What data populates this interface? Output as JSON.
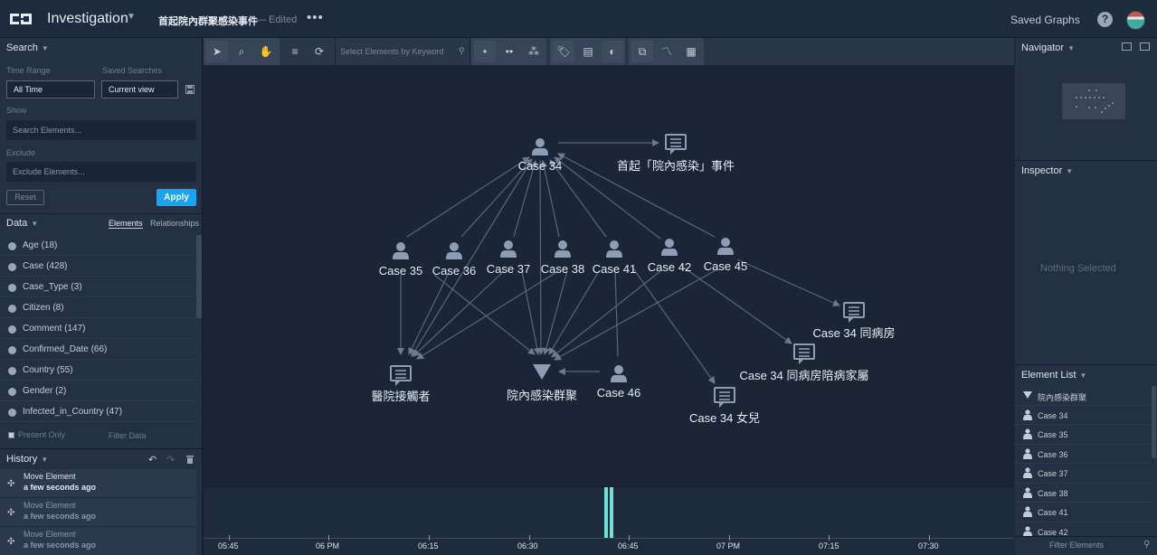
{
  "topbar": {
    "app_title": "Investigation",
    "doc_title": "首起院內群聚感染事件",
    "doc_status": "— Edited",
    "more": "•••",
    "saved_graphs": "Saved Graphs",
    "help": "?"
  },
  "search": {
    "header": "Search",
    "time_range_label": "Time Range",
    "time_range_value": "All Time",
    "saved_searches_label": "Saved Searches",
    "saved_searches_value": "Current view",
    "show_label": "Show",
    "show_placeholder": "Search Elements...",
    "exclude_label": "Exclude",
    "exclude_placeholder": "Exclude Elements...",
    "reset": "Reset",
    "apply": "Apply"
  },
  "data": {
    "header": "Data",
    "tab_elements": "Elements",
    "tab_relationships": "Relationships",
    "items": [
      "Age (18)",
      "Case (428)",
      "Case_Type (3)",
      "Citizen (8)",
      "Comment (147)",
      "Confirmed_Date (66)",
      "Country (55)",
      "Gender (2)",
      "Infected_in_Country (47)"
    ],
    "present_only": "Present Only",
    "filter_placeholder": "Filter Data"
  },
  "history": {
    "header": "History",
    "items": [
      {
        "action": "Move Element",
        "time": "a few seconds ago"
      },
      {
        "action": "Move Element",
        "time": "a few seconds ago"
      },
      {
        "action": "Move Element",
        "time": "a few seconds ago"
      }
    ]
  },
  "toolbar": {
    "keyword_placeholder": "Select Elements by Keyword"
  },
  "graph": {
    "nodes": [
      {
        "id": "c34",
        "label": "Case 34",
        "type": "person"
      },
      {
        "id": "first",
        "label": "首起「院內感染」事件",
        "type": "comment"
      },
      {
        "id": "c35",
        "label": "Case 35",
        "type": "person"
      },
      {
        "id": "c36",
        "label": "Case 36",
        "type": "person"
      },
      {
        "id": "c37",
        "label": "Case 37",
        "type": "person"
      },
      {
        "id": "c38",
        "label": "Case 38",
        "type": "person"
      },
      {
        "id": "c41",
        "label": "Case 41",
        "type": "person"
      },
      {
        "id": "c42",
        "label": "Case 42",
        "type": "person"
      },
      {
        "id": "c45",
        "label": "Case 45",
        "type": "person"
      },
      {
        "id": "ward",
        "label": "Case 34 同病房",
        "type": "comment"
      },
      {
        "id": "family",
        "label": "Case 34 同病房陪病家屬",
        "type": "comment"
      },
      {
        "id": "daughter",
        "label": "Case 34 女兒",
        "type": "comment"
      },
      {
        "id": "contact",
        "label": "醫院接觸者",
        "type": "comment"
      },
      {
        "id": "cluster",
        "label": "院內感染群聚",
        "type": "cluster"
      },
      {
        "id": "c46",
        "label": "Case 46",
        "type": "person"
      }
    ]
  },
  "timeline": {
    "ticks": [
      "05:45",
      "06 PM",
      "06:15",
      "06:30",
      "06:45",
      "07 PM",
      "07:15",
      "07:30"
    ]
  },
  "navigator": {
    "header": "Navigator"
  },
  "inspector": {
    "header": "Inspector",
    "empty": "Nothing Selected"
  },
  "element_list": {
    "header": "Element List",
    "items": [
      "院內感染群聚",
      "Case 34",
      "Case 35",
      "Case 36",
      "Case 37",
      "Case 38",
      "Case 41",
      "Case 42"
    ],
    "filter_placeholder": "Filter Elements"
  },
  "colors": {
    "accent": "#1aa3ef",
    "timeline_bar": "#6ee0d9",
    "node": "#8e9db6",
    "edge": "#5b6b85"
  }
}
